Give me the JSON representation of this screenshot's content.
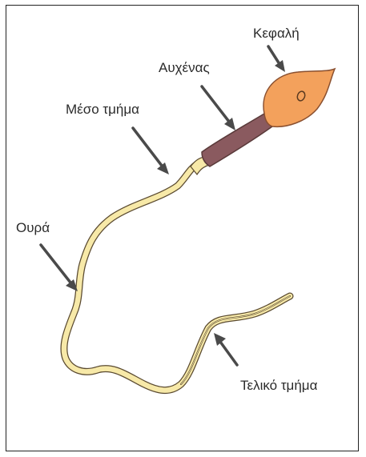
{
  "labels": {
    "head": "Κεφαλή",
    "neck": "Αυχένας",
    "midpiece": "Μέσο τμήμα",
    "tail": "Ουρά",
    "end_piece": "Τελικό τμήμα"
  },
  "colors": {
    "head_fill": "#f3a15c",
    "neck_fill": "#8a5a5f",
    "tail_fill": "#f7e9a8",
    "outline": "#5a4a30",
    "arrow": "#4a4a4a",
    "text": "#2b2b2b",
    "frame": "#222222"
  }
}
